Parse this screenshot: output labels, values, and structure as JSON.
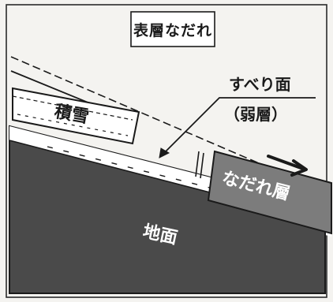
{
  "title": "表層なだれ",
  "labels": {
    "snowpack": "積雪",
    "slip_surface": "すべり面",
    "weak_layer": "（弱層）",
    "avalanche_layer": "なだれ層",
    "ground": "地面"
  },
  "icons": {
    "flow_arrow": "arrow-right-icon",
    "pointer_arrow": "pointer-arrow-icon"
  },
  "colors": {
    "paper": "#f4f3f0",
    "ground": "#4a4a4a",
    "avalanche_slab": "#7c7c7c",
    "ink": "#1a1a1a",
    "snow": "#ffffff"
  }
}
